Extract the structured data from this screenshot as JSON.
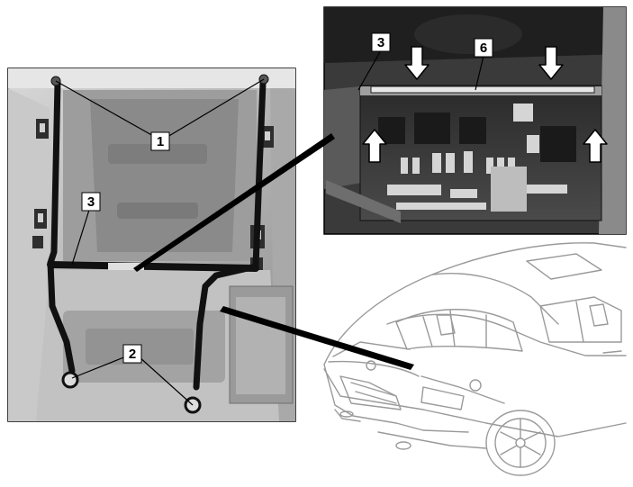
{
  "callouts": {
    "c1": "1",
    "c2": "2",
    "c3_left": "3",
    "c3_right": "3",
    "c6": "6"
  },
  "colors": {
    "photo_dark": "#1a1a1a",
    "photo_mid": "#6b6b6b",
    "photo_light": "#bdbdbd",
    "line_art": "#9a9a9a"
  }
}
